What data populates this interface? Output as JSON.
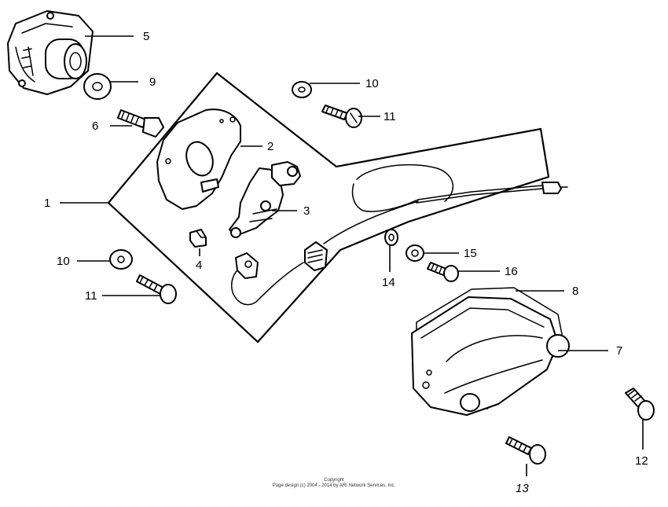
{
  "callouts": {
    "c1": "1",
    "c2": "2",
    "c3": "3",
    "c4": "4",
    "c5": "5",
    "c6": "6",
    "c7": "7",
    "c8": "8",
    "c9": "9",
    "c10a": "10",
    "c10b": "10",
    "c11a": "11",
    "c11b": "11",
    "c12": "12",
    "c13": "13",
    "c14": "14",
    "c15": "15",
    "c16": "16"
  },
  "copyright": {
    "line1": "Copyright",
    "line2": "Page design (c) 2004 - 2014 by ARI Network Services, Inc."
  }
}
